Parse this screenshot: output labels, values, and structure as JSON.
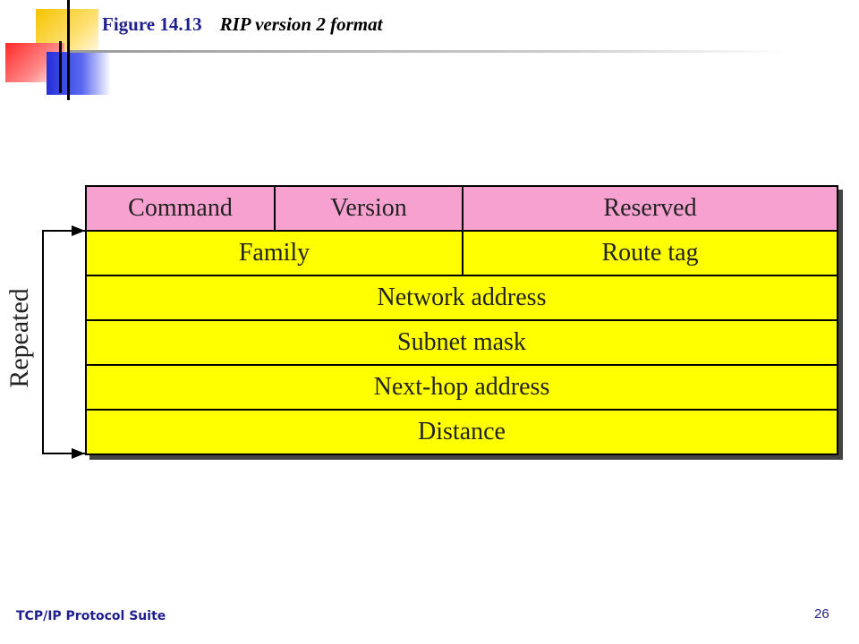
{
  "title": {
    "figure_number": "Figure 14.13",
    "caption": "RIP version 2 format"
  },
  "packet": {
    "header_row": [
      "Command",
      "Version",
      "Reserved"
    ],
    "rows": [
      [
        "Family",
        "Route tag"
      ],
      [
        "Network address"
      ],
      [
        "Subnet mask"
      ],
      [
        "Next-hop address"
      ],
      [
        "Distance"
      ]
    ]
  },
  "repeated_label": "Repeated",
  "footer": {
    "suite": "TCP/IP Protocol Suite",
    "page_number": "26"
  },
  "colors": {
    "header_fill": "#f7a1d0",
    "body_fill": "#ffff00",
    "title_color": "#1f1f8f"
  }
}
